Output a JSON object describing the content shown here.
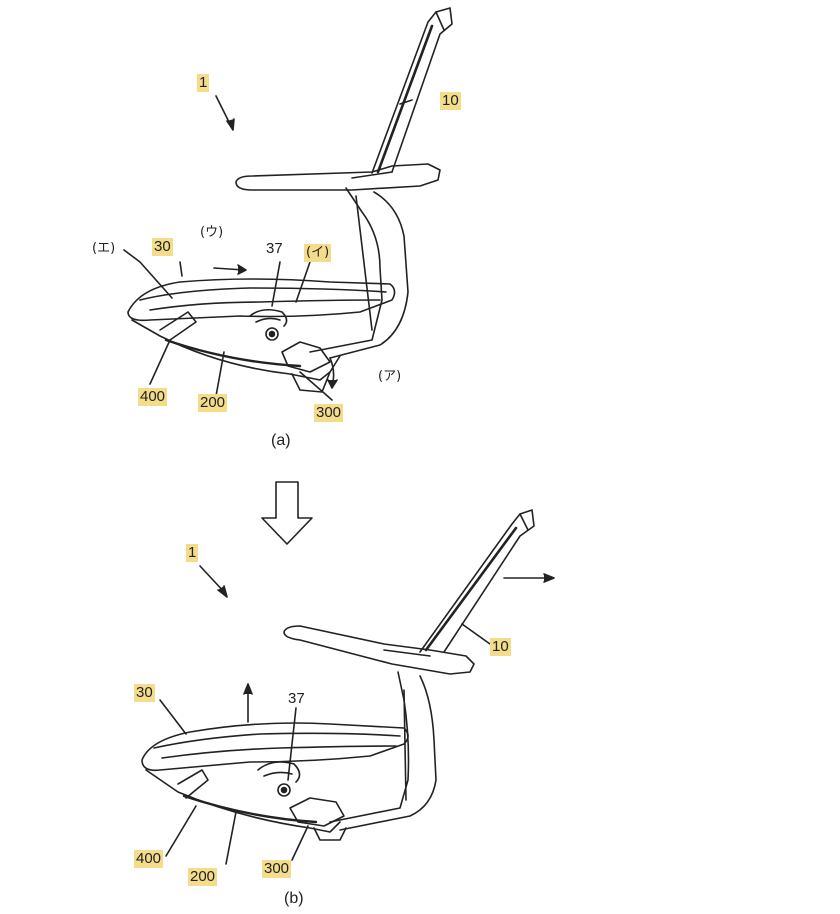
{
  "figure_a": {
    "caption": "(a)",
    "labels": {
      "chair": "1",
      "backrest": "10",
      "seat": "30",
      "lever": "37",
      "part_400": "400",
      "part_200": "200",
      "part_300": "300",
      "dir_a": "(ア)",
      "dir_i": "(イ)",
      "dir_u": "(ウ)",
      "dir_e": "(エ)"
    }
  },
  "figure_b": {
    "caption": "(b)",
    "labels": {
      "chair": "1",
      "backrest": "10",
      "seat": "30",
      "lever": "37",
      "part_400": "400",
      "part_200": "200",
      "part_300": "300"
    }
  },
  "highlight_color": "#f3dc8a",
  "line_color": "#222222"
}
